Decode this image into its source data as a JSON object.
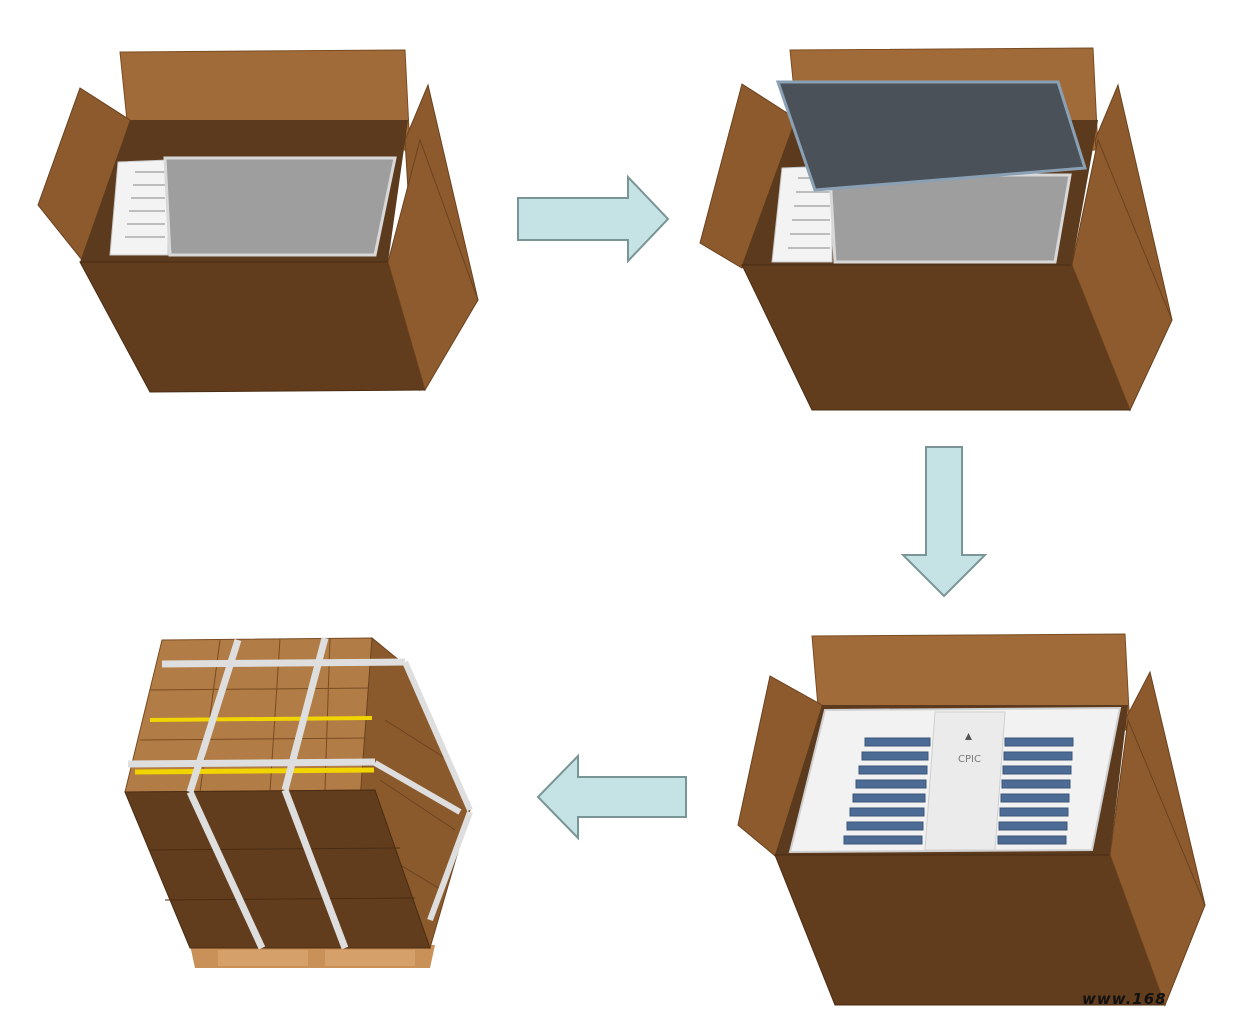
{
  "diagram": {
    "steps": [
      {
        "id": "step-1",
        "content": "empty-tray"
      },
      {
        "id": "step-2",
        "content": "panel-inserted"
      },
      {
        "id": "step-3",
        "content": "panel-tray"
      },
      {
        "id": "step-4",
        "content": "palletized-stack"
      }
    ],
    "arrows": [
      "right",
      "down",
      "left"
    ],
    "tray_logo": "CPIC",
    "watermark": "www.168"
  },
  "colors": {
    "cardboard_light": "#a06a39",
    "cardboard_mid": "#8c5a2c",
    "cardboard_dark": "#6b4220",
    "arrow_fill": "#c5e3e4",
    "arrow_stroke": "#7a9596",
    "panel": "#4a5158",
    "tray": "#f2f2f2",
    "strap": "#dedede",
    "tape": "#f1d400"
  }
}
